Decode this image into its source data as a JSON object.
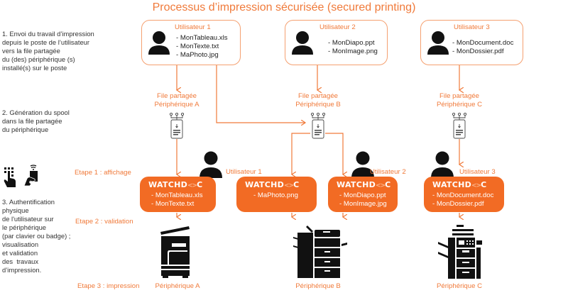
{
  "title": "Processus d’impression sécurisée (secured printing)",
  "colors": {
    "accent": "#f26b24",
    "line": "#f07a3a",
    "text": "#333333"
  },
  "steps_left": {
    "step1": "1. Envoi du travail d’impression\ndepuis le poste de l’utilisateur\nvers la file partagée\ndu (des) périphérique (s)\ninstallé(s) sur le poste",
    "step2": "2. Génération du spool\ndans la file partagée\ndu périphérique",
    "step3": "3. Authentification\nphysique\nde l'utilisateur sur\nle périphérique\n(par clavier ou badge) ;\nvisualisation\net validation\ndes  travaux\nd’impression.",
    "auth_icons": [
      "keypad-touch-icon",
      "badge-card-icon"
    ]
  },
  "etapes": {
    "e1": "Etape 1 :  affichage",
    "e2": "Etape 2 : validation",
    "e3": "Etape 3 : impression"
  },
  "users": [
    {
      "name": "Utilisateur 1",
      "files": [
        "- MonTableau.xls",
        "- MonTexte.txt",
        "- MaPhoto.jpg"
      ]
    },
    {
      "name": "Utilisateur 2",
      "files": [
        "- MonDiapo.ppt",
        "- MonImage.png"
      ]
    },
    {
      "name": "Utilisateur 3",
      "files": [
        "- MonDocument.doc",
        "- MonDossier.pdf"
      ]
    }
  ],
  "queues": [
    {
      "line1": "File partagée",
      "line2": "Périphérique A"
    },
    {
      "line1": "File partagée",
      "line2": "Périphérique B"
    },
    {
      "line1": "File partagée",
      "line2": "Périphérique C"
    }
  ],
  "device_users": [
    "Utilisateur 1",
    "Utilisateur 2",
    "Utilisateur 3"
  ],
  "watchdoc": {
    "logo_left": "WATCHD",
    "logo_mid": "<>",
    "logo_right": "C",
    "boxes": [
      {
        "files": "- MonTableau.xls\n- MonTexte.txt"
      },
      {
        "files": "- MaPhoto.png"
      },
      {
        "files": "- MonDiapo.ppt\n- MonImage.jpg"
      },
      {
        "files": "- MonDocument.doc\n- MonDossier.pdf"
      }
    ]
  },
  "devices": [
    "Périphérique A",
    "Périphérique B",
    "Périphérique C"
  ]
}
